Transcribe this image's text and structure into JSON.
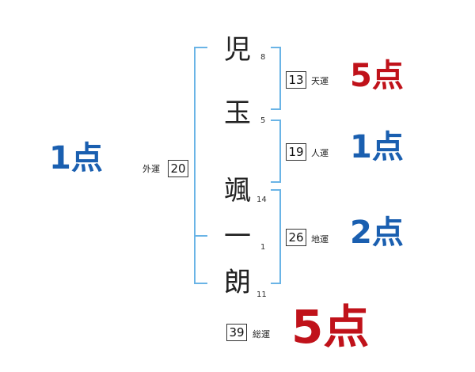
{
  "name_chars": [
    {
      "char": "児",
      "strokes": "8"
    },
    {
      "char": "玉",
      "strokes": "5"
    },
    {
      "char": "颯",
      "strokes": "14"
    },
    {
      "char": "一",
      "strokes": "1"
    },
    {
      "char": "朗",
      "strokes": "11"
    }
  ],
  "fortunes": {
    "gaiun": {
      "label": "外運",
      "value": "20",
      "score": "1点"
    },
    "tenun": {
      "label": "天運",
      "value": "13",
      "score": "5点"
    },
    "jinun": {
      "label": "人運",
      "value": "19",
      "score": "1点"
    },
    "chiun": {
      "label": "地運",
      "value": "26",
      "score": "2点"
    },
    "souun": {
      "label": "総運",
      "value": "39",
      "score": "5点"
    }
  },
  "colors": {
    "bracket": "#6ab4e6",
    "score_high": "#c0121a",
    "score_low": "#1a5fb0"
  }
}
